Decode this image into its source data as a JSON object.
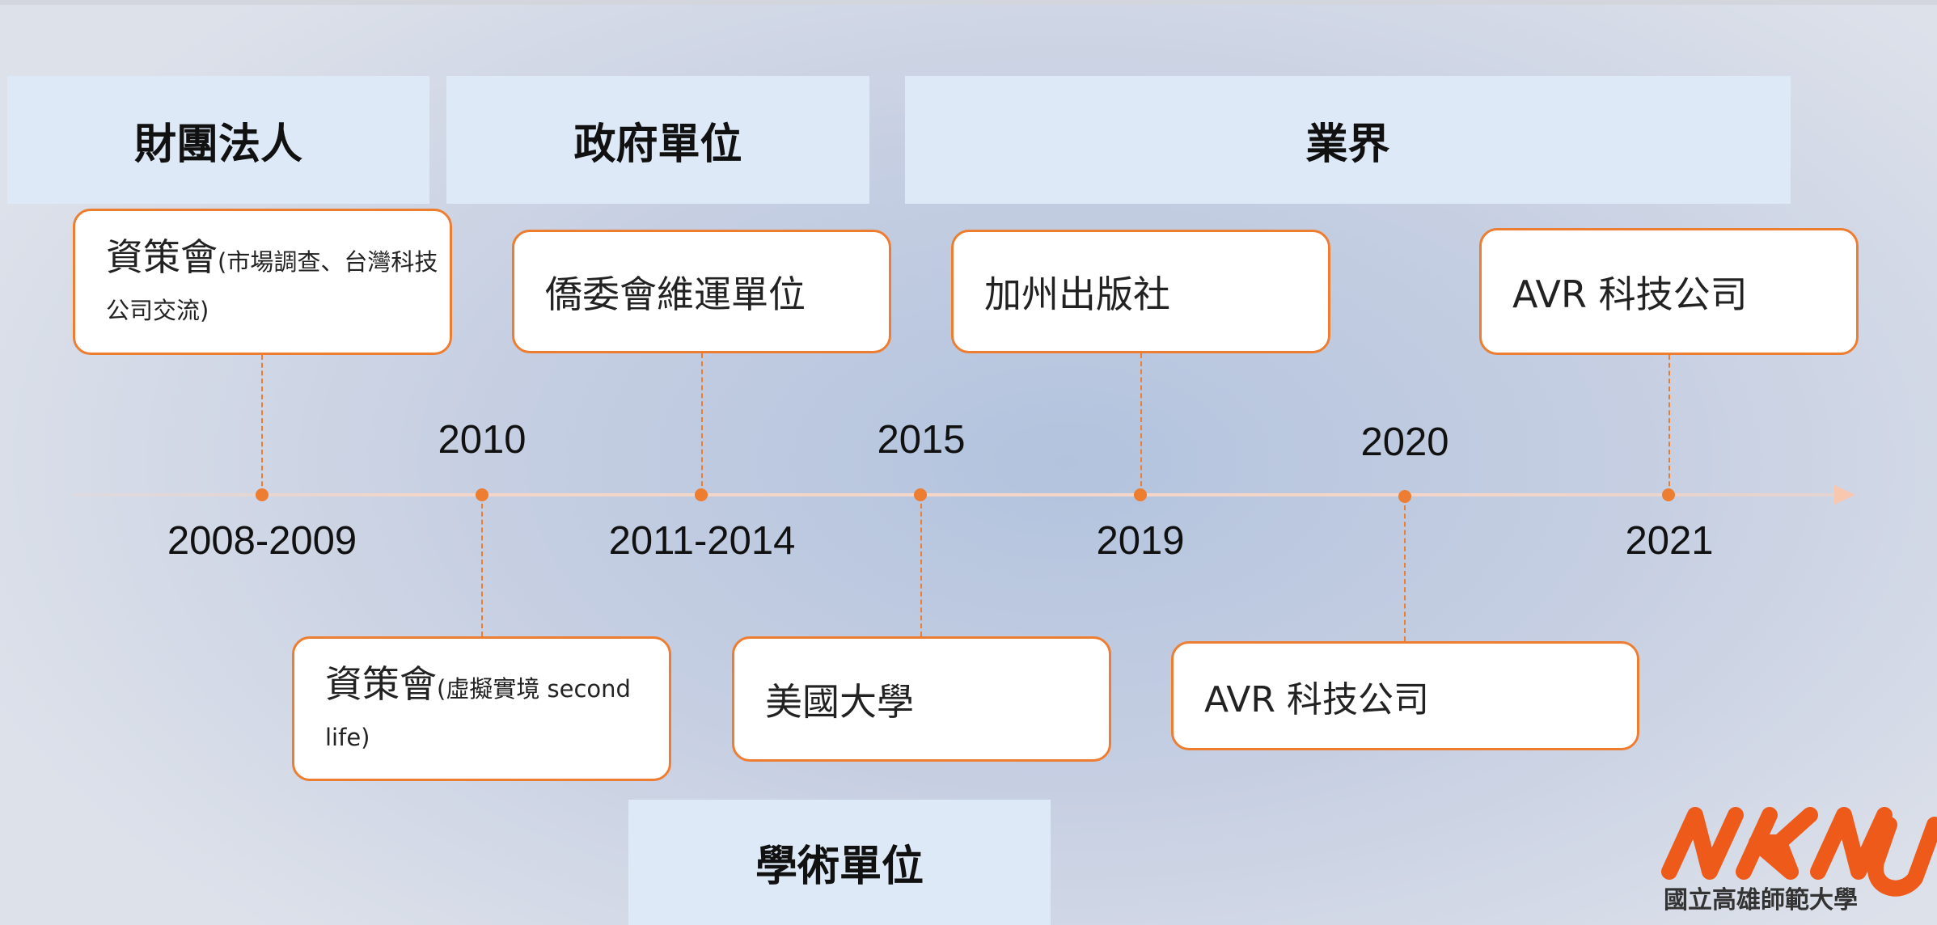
{
  "categories": {
    "foundation": "財團法人",
    "government": "政府單位",
    "industry": "業界",
    "academic": "學術單位"
  },
  "timeline": {
    "years_above": [
      "2010",
      "2015",
      "2020"
    ],
    "years_below": [
      "2008-2009",
      "2011-2014",
      "2019",
      "2021"
    ]
  },
  "events_top": [
    {
      "main": "資策會",
      "sub": "(市場調查、台灣科技公司交流)",
      "year": "2008-2009"
    },
    {
      "main": "僑委會維運單位",
      "year": "2011-2014"
    },
    {
      "main": "加州出版社",
      "year": "2019"
    },
    {
      "main": "AVR 科技公司",
      "year": "2021"
    }
  ],
  "events_bottom": [
    {
      "main": "資策會",
      "sub": "(虛擬實境 second life)",
      "year": "2010"
    },
    {
      "main": "美國大學",
      "year": "2015"
    },
    {
      "main": "AVR 科技公司",
      "year": "2020"
    }
  ],
  "logo": {
    "caption": "國立高雄師範大學",
    "brand_color": "#ed5a1a"
  },
  "colors": {
    "accent": "#ed7d31",
    "category_bg": "#dde9f6"
  }
}
